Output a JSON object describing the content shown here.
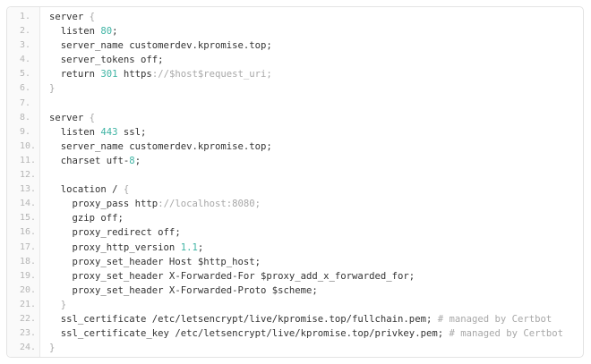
{
  "code_lines": [
    [
      [
        "server ",
        ""
      ],
      [
        "{",
        "g"
      ]
    ],
    [
      [
        "  listen ",
        ""
      ],
      [
        "80",
        "n"
      ],
      [
        ";",
        ""
      ]
    ],
    [
      [
        "  server_name customerdev.kpromise.top;",
        ""
      ]
    ],
    [
      [
        "  server_tokens off;",
        ""
      ]
    ],
    [
      [
        "  return ",
        ""
      ],
      [
        "301",
        "n"
      ],
      [
        " https",
        ""
      ],
      [
        "://$host$request_uri;",
        "g"
      ]
    ],
    [
      [
        "}",
        "g"
      ]
    ],
    [],
    [
      [
        "server ",
        ""
      ],
      [
        "{",
        "g"
      ]
    ],
    [
      [
        "  listen ",
        ""
      ],
      [
        "443",
        "n"
      ],
      [
        " ssl;",
        ""
      ]
    ],
    [
      [
        "  server_name customerdev.kpromise.top;",
        ""
      ]
    ],
    [
      [
        "  charset uft-",
        ""
      ],
      [
        "8",
        "n"
      ],
      [
        ";",
        ""
      ]
    ],
    [],
    [
      [
        "  location / ",
        ""
      ],
      [
        "{",
        "g"
      ]
    ],
    [
      [
        "    proxy_pass http",
        ""
      ],
      [
        "://localhost:8080;",
        "g"
      ]
    ],
    [
      [
        "    gzip off;",
        ""
      ]
    ],
    [
      [
        "    proxy_redirect off;",
        ""
      ]
    ],
    [
      [
        "    proxy_http_version ",
        ""
      ],
      [
        "1.1",
        "n"
      ],
      [
        ";",
        ""
      ]
    ],
    [
      [
        "    proxy_set_header Host $http_host;",
        ""
      ]
    ],
    [
      [
        "    proxy_set_header X-Forwarded-For $proxy_add_x_forwarded_for;",
        ""
      ]
    ],
    [
      [
        "    proxy_set_header X-Forwarded-Proto $scheme;",
        ""
      ]
    ],
    [
      [
        "  }",
        "g"
      ]
    ],
    [
      [
        "  ssl_certificate /etc/letsencrypt/live/kpromise.top/fullchain.pem; ",
        ""
      ],
      [
        "# managed by Certbot",
        "g"
      ]
    ],
    [
      [
        "  ssl_certificate_key /etc/letsencrypt/live/kpromise.top/privkey.pem; ",
        ""
      ],
      [
        "# managed by Certbot",
        "g"
      ]
    ],
    [
      [
        "}",
        "g"
      ]
    ]
  ],
  "colors": {
    "number": "#3fb4a4",
    "muted": "#a8a8a8",
    "text": "#333333"
  }
}
